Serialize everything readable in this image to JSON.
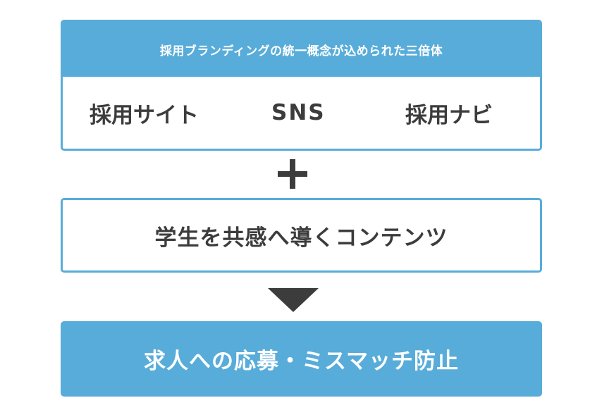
{
  "top_box": {
    "header": "採用ブランディングの統一概念が込められた三倍体",
    "items": [
      "採用サイト",
      "SNS",
      "採用ナビ"
    ]
  },
  "middle_box": {
    "text": "学生を共感へ導くコンテンツ"
  },
  "bottom_box": {
    "text": "求人への応募・ミスマッチ防止"
  },
  "colors": {
    "accent_blue": "#58acd9",
    "text_dark": "#3c3c3c",
    "white": "#ffffff"
  },
  "icons": {
    "combine": "plus-icon",
    "flow": "down-triangle-arrow-icon"
  }
}
